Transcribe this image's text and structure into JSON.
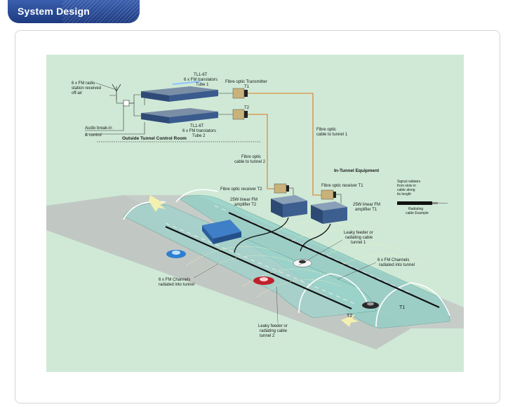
{
  "header": {
    "title": "System Design"
  },
  "diagram": {
    "radio_station": [
      "6 x FM radio",
      "station received",
      "off-air"
    ],
    "audio_breakin": [
      "Audio break-in",
      "& control"
    ],
    "control_room": "Outside Tunnel Control Room",
    "translator_1": [
      "TL1-6T",
      "6 x FM  translators",
      "Tube 1"
    ],
    "translator_2": [
      "TL1-6T",
      "6 x FM  translators",
      "Tube 2"
    ],
    "fibre_transmitter": "Fibre optic Transmitter",
    "t1": "T1",
    "t2": "T2",
    "fibre_cable_1": [
      "Fibre optic",
      "cable to tunnel 1"
    ],
    "fibre_cable_2": [
      "Fibre optic",
      "cable to tunnel 2"
    ],
    "in_tunnel_equipment": "In-Tunnel Equipment",
    "receiver_t2": "Fibre optic receiver T2",
    "receiver_t1": "Fibre optic receiver T1",
    "amp_t2": [
      "25W linear FM",
      "amplifier T2"
    ],
    "amp_t1": [
      "25W linear FM",
      "amplifier T1"
    ],
    "signal_note": [
      "Signal radiates",
      "from slots in",
      "cable along",
      "its length"
    ],
    "radiating_example": [
      "Radiating",
      "cable Example"
    ],
    "leaky_1": [
      "Leaky feeder or",
      "radiating cable",
      "tunnel 1"
    ],
    "channels_t1": [
      "6 x FM Channels",
      "radiated into tunnel"
    ],
    "channels_t2": [
      "6 x FM Channels",
      "radiated into tunnel"
    ],
    "leaky_2": [
      "Leaky feeder or",
      "radiating cable",
      "tunnel 2"
    ],
    "tunnel_t1": "T1",
    "tunnel_t2": "T2"
  }
}
